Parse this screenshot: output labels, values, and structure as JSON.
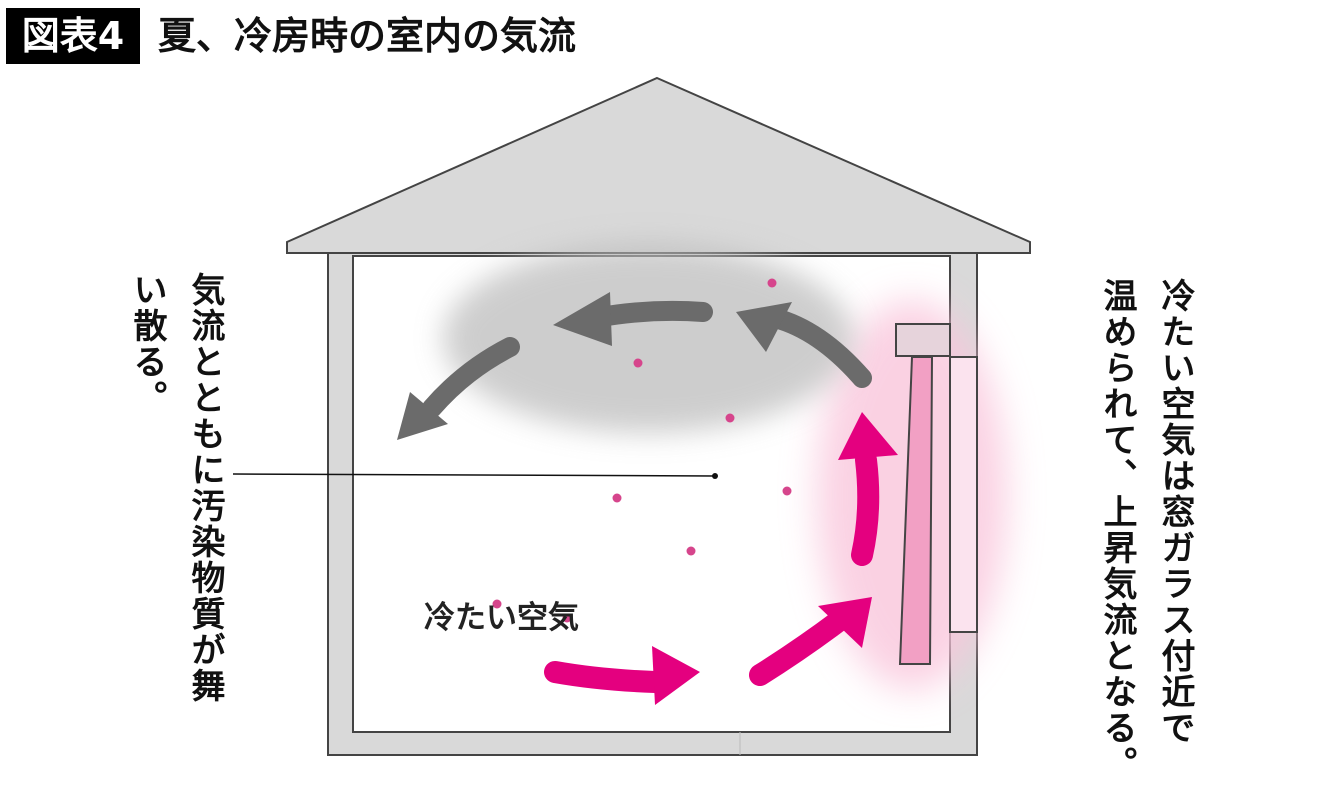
{
  "title": {
    "badge": "図表4",
    "text": "夏、冷房時の室内の気流"
  },
  "labels": {
    "left_note": [
      "気流とともに汚染物質が舞",
      "い散る。"
    ],
    "right_note": [
      "冷たい空気は窓ガラス付近で",
      "温められて、上昇気流となる。"
    ],
    "cold_air": "冷たい空気"
  },
  "colors": {
    "gray_arrow": "#6b6b6b",
    "pink_arrow": "#e4007f",
    "house": "#d9d9d9",
    "glass": "#f2a0c4"
  }
}
